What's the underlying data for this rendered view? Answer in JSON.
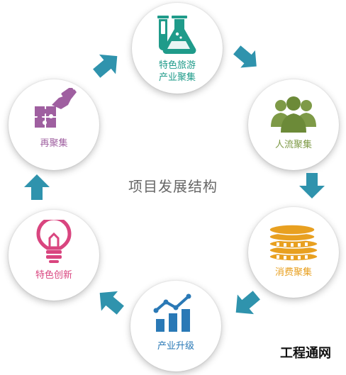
{
  "center_title": "项目发展结构",
  "watermark": "工程通网",
  "colors": {
    "arrow": "#2f93ad",
    "tourism": "#1f9b8a",
    "people": "#7e9a47",
    "consume": "#e8a020",
    "upgrade": "#2a79b6",
    "innovation": "#d9457f",
    "regather": "#9f5fa0"
  },
  "nodes": [
    {
      "id": "tourism",
      "label_line1": "特色旅游",
      "label_line2": "产业聚集",
      "icon": "lab-flask-icon"
    },
    {
      "id": "people",
      "label": "人流聚集",
      "icon": "people-group-icon"
    },
    {
      "id": "consume",
      "label": "消费聚集",
      "icon": "coin-stack-icon"
    },
    {
      "id": "upgrade",
      "label": "产业升级",
      "icon": "bar-chart-growth-icon"
    },
    {
      "id": "innovation",
      "label": "特色创新",
      "icon": "lightbulb-icon"
    },
    {
      "id": "regather",
      "label": "再聚集",
      "icon": "puzzle-hand-icon"
    }
  ]
}
